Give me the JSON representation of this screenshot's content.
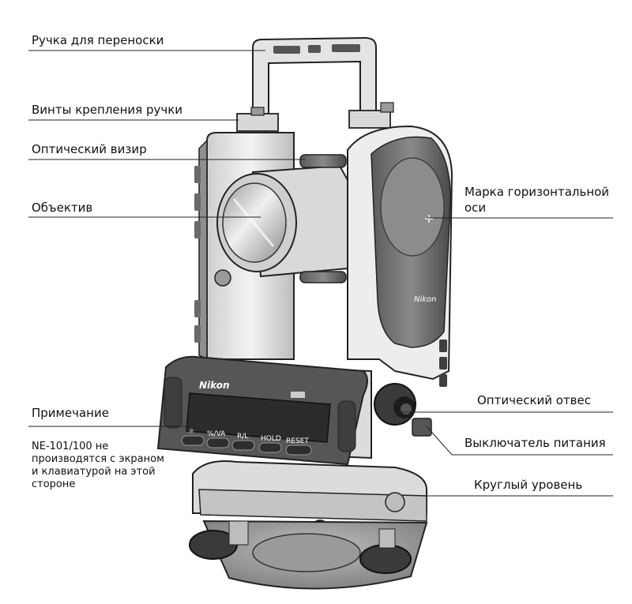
{
  "labels": {
    "handle": "Ручка для переноски",
    "handle_screws": "Винты крепления ручки",
    "optical_sight": "Оптический визир",
    "objective": "Объектив",
    "horizontal_axis_mark_line1": "Марка горизонтальной",
    "horizontal_axis_mark_line2": "оси",
    "note_title": "Примечание",
    "note_text": "NE-101/100 не\nпроизводятся с экраном\nи клавиатурой на этой\nстороне",
    "optical_plummet": "Оптический отвес",
    "power_switch": "Выключатель питания",
    "circular_level": "Круглый уровень"
  },
  "device": {
    "brand_panel": "Nikon",
    "brand_standard": "Nikon",
    "keys": [
      "☼",
      "%/VA",
      "R/L",
      "HOLD",
      "RESET"
    ]
  },
  "colors": {
    "body_light": "#e8e8e8",
    "body_mid": "#bdbdbd",
    "body_dark": "#6b6b6b",
    "panel": "#4a4a4a",
    "screen": "#2c2c2c",
    "leader_line": "#222222"
  }
}
